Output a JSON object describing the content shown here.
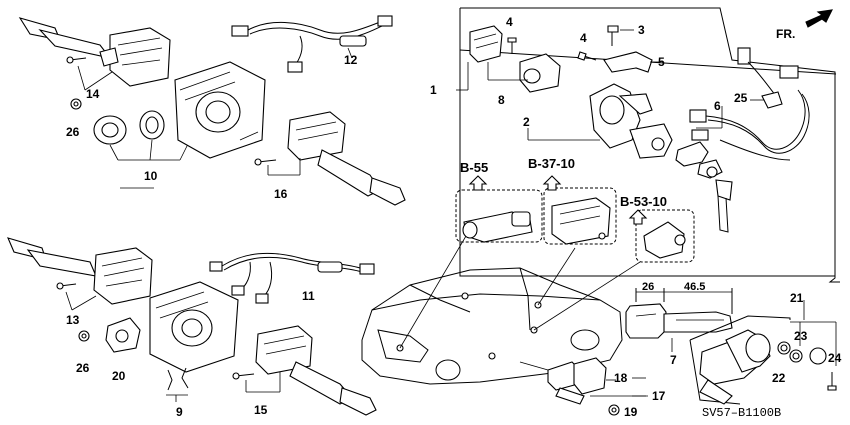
{
  "diagram": {
    "callouts": {
      "c1": "1",
      "c2": "2",
      "c3": "3",
      "c4a": "4",
      "c4b": "4",
      "c5": "5",
      "c6": "6",
      "c7": "7",
      "c8": "8",
      "c9": "9",
      "c10": "10",
      "c11": "11",
      "c12": "12",
      "c13": "13",
      "c14": "14",
      "c15": "15",
      "c16": "16",
      "c17": "17",
      "c18": "18",
      "c19": "19",
      "c20": "20",
      "c21": "21",
      "c22": "22",
      "c23": "23",
      "c24": "24",
      "c25": "25",
      "c26a": "26",
      "c26b": "26"
    },
    "section_refs": {
      "ref_b55": "B-55",
      "ref_b3710": "B-37-10",
      "ref_b5310": "B-53-10"
    },
    "front_label": "FR.",
    "dimensions": {
      "dim_a": "26",
      "dim_b": "46.5"
    },
    "diagram_code": "SV57–B1100B"
  }
}
